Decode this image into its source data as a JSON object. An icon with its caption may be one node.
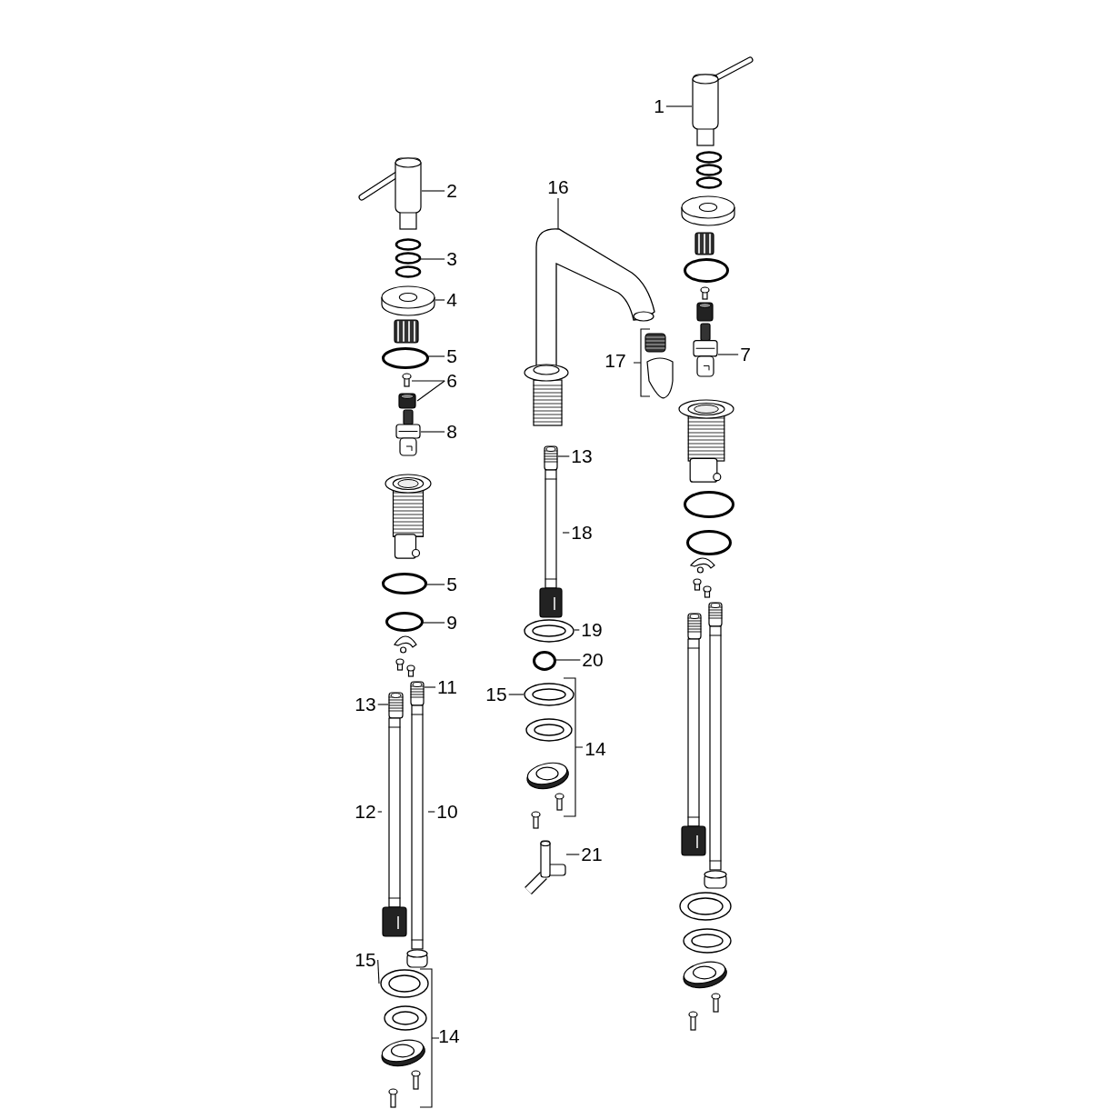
{
  "diagram": {
    "nodes": [
      {
        "text": [
          "1"
        ]
      },
      {
        "text": [],
        "shape": "picture"
      },
      {
        "text": [
          "2"
        ]
      },
      {
        "text": [],
        "shape": "picture"
      },
      {
        "text": [
          "3"
        ]
      },
      {
        "text": [],
        "shape": "picture"
      },
      {
        "text": [
          "4"
        ]
      },
      {
        "text": [],
        "shape": "picture"
      },
      {
        "text": [
          "5"
        ]
      },
      {
        "text": [],
        "shape": "circle"
      },
      {
        "text": [
          "6"
        ]
      },
      {
        "text": [],
        "shape": "picture"
      },
      {
        "text": [],
        "shape": "picture"
      },
      {
        "text": [
          "8"
        ]
      },
      {
        "text": [],
        "shape": "picture"
      },
      {
        "text": [
          "16"
        ]
      },
      {
        "text": [],
        "shape": "picture"
      },
      {
        "text": [
          "7"
        ]
      },
      {
        "text": [],
        "shape": "picture"
      },
      {
        "text": [
          "13"
        ]
      },
      {
        "text": [],
        "shape": "picture"
      },
      {
        "text": [
          "18"
        ]
      },
      {
        "text": [],
        "shape": "picture"
      },
      {
        "text": [
          "19"
        ]
      },
      {
        "text": [],
        "shape": "picture"
      },
      {
        "text": [
          "20"
        ]
      },
      {
        "text": [],
        "shape": "circle"
      },
      {
        "text": [
          "15"
        ]
      },
      {
        "text": [],
        "shape": "picture"
      },
      {
        "text": [
          "21"
        ]
      },
      {
        "text": [],
        "shape": "picture"
      },
      {
        "text": [
          "5"
        ]
      },
      {
        "text": [],
        "shape": "circle"
      },
      {
        "text": [
          "9"
        ]
      },
      {
        "text": [],
        "shape": "circle"
      },
      {
        "text": [
          "11"
        ]
      },
      {
        "text": [],
        "shape": "picture"
      },
      {
        "text": [
          "13"
        ]
      },
      {
        "text": [],
        "shape": "picture"
      },
      {
        "text": [
          "12"
        ]
      },
      {
        "text": [],
        "shape": "picture"
      },
      {
        "text": [
          "10"
        ]
      },
      {
        "text": [],
        "shape": "picture"
      },
      {
        "text": [
          "15"
        ]
      },
      {
        "text": [],
        "shape": "picture"
      }
    ],
    "edges": [
      {
        "from": 0,
        "to": 1,
        "arrow": "none"
      },
      {
        "from": 2,
        "to": 3,
        "arrow": "none"
      },
      {
        "from": 4,
        "to": 5,
        "arrow": "none"
      },
      {
        "from": 6,
        "to": 7,
        "arrow": "none"
      },
      {
        "from": 8,
        "to": 9,
        "arrow": "none"
      },
      {
        "from": 10,
        "to": 11,
        "arrow": "none"
      },
      {
        "from": 10,
        "to": 12,
        "arrow": "none"
      },
      {
        "from": 13,
        "to": 14,
        "arrow": "none"
      },
      {
        "from": 15,
        "to": 16,
        "arrow": "none"
      },
      {
        "from": 17,
        "to": 18,
        "arrow": "none"
      },
      {
        "from": 19,
        "to": 20,
        "arrow": "none"
      },
      {
        "from": 21,
        "to": 22,
        "arrow": "none"
      },
      {
        "from": 23,
        "to": 24,
        "arrow": "none"
      },
      {
        "from": 25,
        "to": 26,
        "arrow": "none"
      },
      {
        "from": 27,
        "to": 28,
        "arrow": "none"
      },
      {
        "from": 29,
        "to": 30,
        "arrow": "none"
      },
      {
        "from": 31,
        "to": 32,
        "arrow": "none"
      },
      {
        "from": 33,
        "to": 34,
        "arrow": "none"
      },
      {
        "from": 35,
        "to": 36,
        "arrow": "none"
      },
      {
        "from": 37,
        "to": 38,
        "arrow": "none"
      },
      {
        "from": 39,
        "to": 40,
        "arrow": "none"
      },
      {
        "from": 41,
        "to": 42,
        "arrow": "none"
      },
      {
        "from": 43,
        "to": 44,
        "arrow": "none"
      }
    ],
    "labels": [
      "17",
      "14",
      "14"
    ]
  }
}
